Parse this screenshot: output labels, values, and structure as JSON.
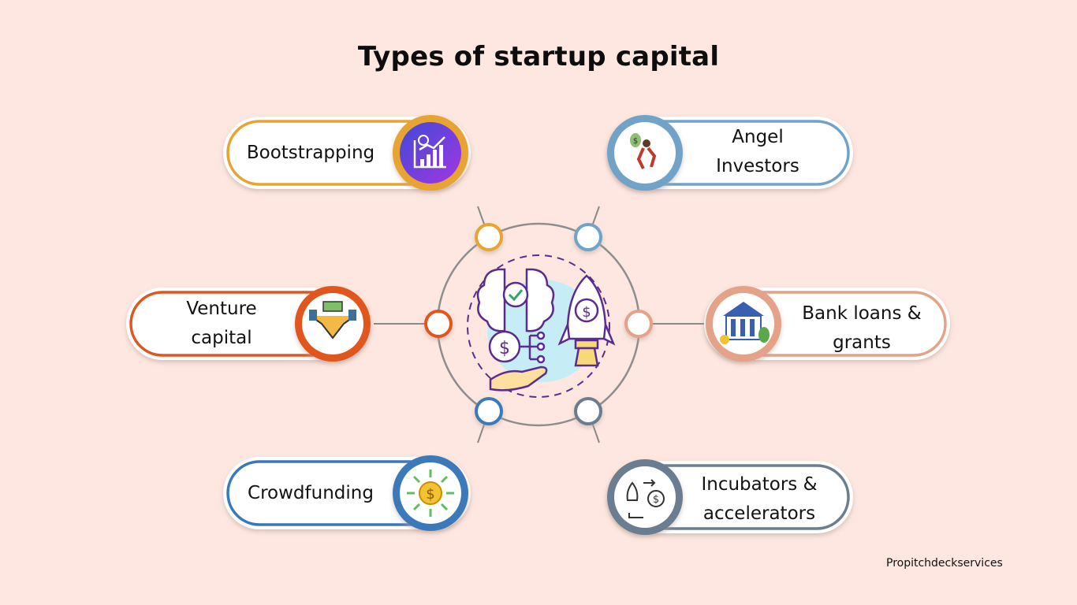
{
  "title": "Types of startup capital",
  "brand": "Propitchdeckservices",
  "items": [
    {
      "label_lines": [
        "Bootstrapping"
      ],
      "icon": "growth-chart-icon",
      "color": "#e8a430"
    },
    {
      "label_lines": [
        "Angel",
        "Investors"
      ],
      "icon": "angel-investor-icon",
      "color": "#6fa3c7"
    },
    {
      "label_lines": [
        "Venture",
        "capital"
      ],
      "icon": "handshake-money-icon",
      "color": "#e0561e"
    },
    {
      "label_lines": [
        "Bank loans &",
        "grants"
      ],
      "icon": "bank-icon",
      "color": "#e4a288"
    },
    {
      "label_lines": [
        "Crowdfunding"
      ],
      "icon": "crowdfunding-coin-icon",
      "color": "#3a79b9"
    },
    {
      "label_lines": [
        "Incubators &",
        "accelerators"
      ],
      "icon": "rocket-bulb-icon",
      "color": "#6b7d91"
    }
  ],
  "center": {
    "icon": "startup-brain-rocket-icon"
  }
}
